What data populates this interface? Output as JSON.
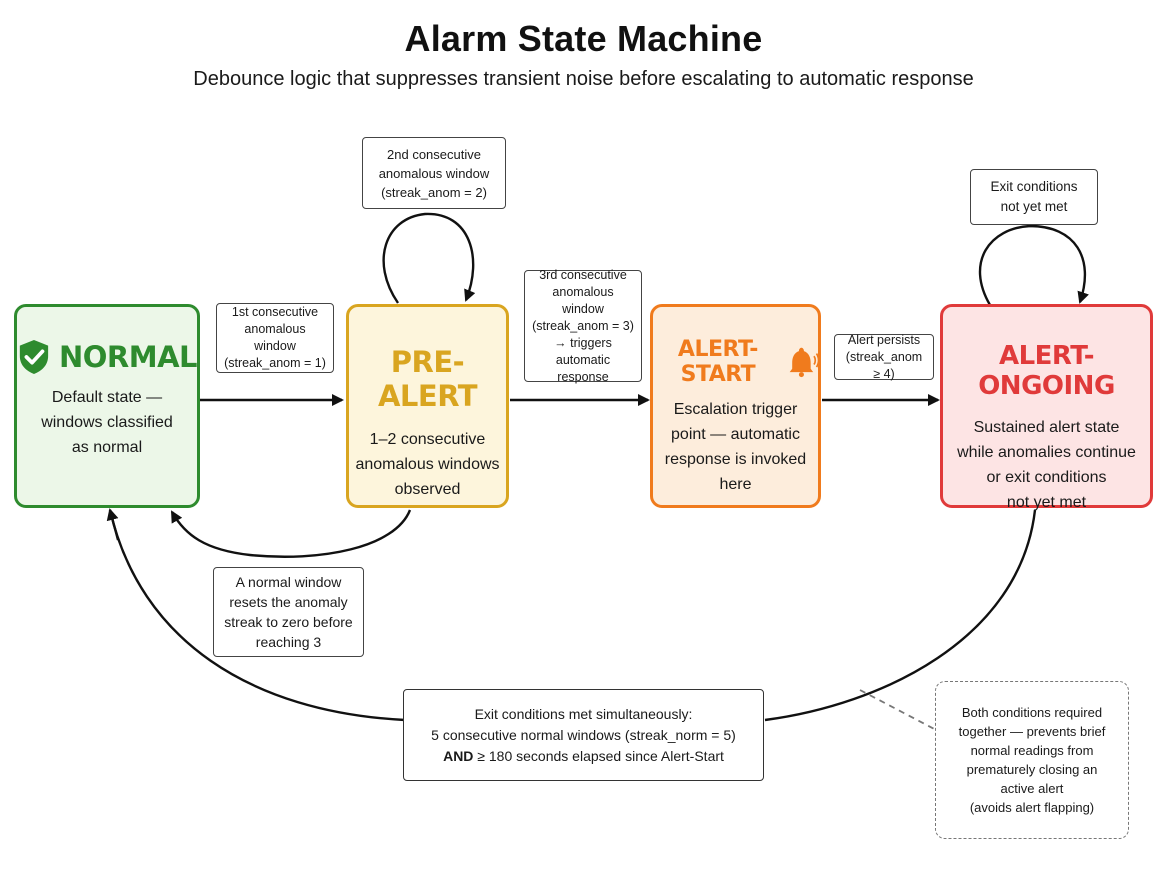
{
  "title": "Alarm State Machine",
  "subtitle": "Debounce logic that suppresses transient noise before escalating to automatic response",
  "colors": {
    "normal": "#2e8b2e",
    "prealert": "#d9a520",
    "alertstart": "#f07b1d",
    "ongoing": "#e03a3a"
  },
  "states": {
    "normal": {
      "name": "NORMAL",
      "icon": "shield-check-icon",
      "desc": "Default state —\nwindows classified\nas normal"
    },
    "prealert": {
      "name": "PRE-ALERT",
      "desc": "1–2 consecutive\nanomalous windows\nobserved"
    },
    "alertstart": {
      "name": "ALERT-START",
      "icon": "bell-icon",
      "desc": "Escalation trigger\npoint — automatic\nresponse is invoked\nhere"
    },
    "ongoing": {
      "name": "ALERT-ONGOING",
      "desc": "Sustained alert state\nwhile anomalies continue\nor exit conditions\nnot yet met"
    }
  },
  "transitions": {
    "normal_to_prealert": "1st consecutive\nanomalous window\n(streak_anom = 1)",
    "prealert_self": "2nd consecutive\nanomalous window\n(streak_anom = 2)",
    "prealert_to_alertstart": "3rd consecutive\nanomalous window\n(streak_anom = 3)\n→ triggers\nautomatic response",
    "alertstart_to_ongoing": "Alert persists\n(streak_anom ≥ 4)",
    "ongoing_self": "Exit conditions\nnot yet met",
    "prealert_to_normal": "A normal window\nresets the anomaly\nstreak to zero before\nreaching 3",
    "ongoing_to_normal": {
      "line1": "Exit conditions met simultaneously:",
      "line2": "5 consecutive normal windows (streak_norm = 5)",
      "line3_bold": "AND",
      "line3_rest": " ≥ 180 seconds elapsed since Alert-Start"
    }
  },
  "note": "Both conditions required\ntogether — prevents brief\nnormal readings from\nprematurely closing an\nactive alert\n(avoids alert flapping)"
}
